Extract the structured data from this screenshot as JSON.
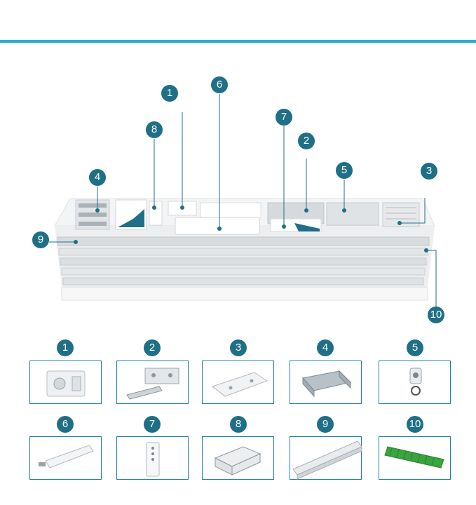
{
  "accent_color": "#2aa9d6",
  "badge_color": "#1f6f86",
  "callouts": [
    "1",
    "6",
    "8",
    "7",
    "2",
    "4",
    "5",
    "3",
    "9",
    "10"
  ],
  "parts": [
    {
      "number": "1",
      "icon": "end-cap-icon"
    },
    {
      "number": "2",
      "icon": "bracket-icon"
    },
    {
      "number": "3",
      "icon": "ceiling-plate-icon"
    },
    {
      "number": "4",
      "icon": "channel-clip-icon"
    },
    {
      "number": "5",
      "icon": "runner-hook-icon"
    },
    {
      "number": "6",
      "icon": "motor-icon"
    },
    {
      "number": "7",
      "icon": "remote-control-icon"
    },
    {
      "number": "8",
      "icon": "connector-icon"
    },
    {
      "number": "9",
      "icon": "rail-profile-icon"
    },
    {
      "number": "10",
      "icon": "belt-icon"
    }
  ]
}
